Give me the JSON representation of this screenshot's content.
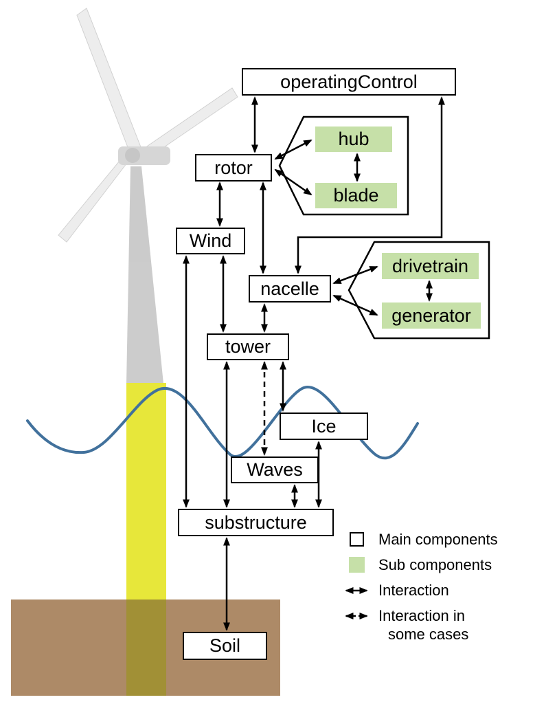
{
  "diagram": {
    "nodes": {
      "operatingControl": {
        "label": "operatingControl",
        "type": "main"
      },
      "rotor": {
        "label": "rotor",
        "type": "main"
      },
      "hub": {
        "label": "hub",
        "type": "sub"
      },
      "blade": {
        "label": "blade",
        "type": "sub"
      },
      "wind": {
        "label": "Wind",
        "type": "main"
      },
      "nacelle": {
        "label": "nacelle",
        "type": "main"
      },
      "drivetrain": {
        "label": "drivetrain",
        "type": "sub"
      },
      "generator": {
        "label": "generator",
        "type": "sub"
      },
      "tower": {
        "label": "tower",
        "type": "main"
      },
      "ice": {
        "label": "Ice",
        "type": "main"
      },
      "waves": {
        "label": "Waves",
        "type": "main"
      },
      "substructure": {
        "label": "substructure",
        "type": "main"
      },
      "soil": {
        "label": "Soil",
        "type": "main"
      }
    },
    "edges": [
      {
        "from": "operatingControl",
        "to": "rotor",
        "style": "solid",
        "bidirectional": true
      },
      {
        "from": "operatingControl",
        "to": "nacelle",
        "style": "solid",
        "bidirectional": true
      },
      {
        "from": "rotor",
        "to": "hub",
        "style": "solid",
        "bidirectional": true
      },
      {
        "from": "rotor",
        "to": "blade",
        "style": "solid",
        "bidirectional": true
      },
      {
        "from": "hub",
        "to": "blade",
        "style": "solid",
        "bidirectional": true
      },
      {
        "from": "rotor",
        "to": "wind",
        "style": "solid",
        "bidirectional": true
      },
      {
        "from": "rotor",
        "to": "nacelle",
        "style": "solid",
        "bidirectional": true
      },
      {
        "from": "nacelle",
        "to": "drivetrain",
        "style": "solid",
        "bidirectional": true
      },
      {
        "from": "nacelle",
        "to": "generator",
        "style": "solid",
        "bidirectional": true
      },
      {
        "from": "drivetrain",
        "to": "generator",
        "style": "solid",
        "bidirectional": true
      },
      {
        "from": "wind",
        "to": "tower",
        "style": "solid",
        "bidirectional": true
      },
      {
        "from": "nacelle",
        "to": "tower",
        "style": "solid",
        "bidirectional": true
      },
      {
        "from": "wind",
        "to": "substructure",
        "style": "solid",
        "bidirectional": true
      },
      {
        "from": "tower",
        "to": "substructure",
        "style": "solid",
        "bidirectional": true
      },
      {
        "from": "tower",
        "to": "waves",
        "style": "dashed",
        "bidirectional": true
      },
      {
        "from": "tower",
        "to": "ice",
        "style": "solid",
        "bidirectional": true
      },
      {
        "from": "ice",
        "to": "substructure",
        "style": "solid",
        "bidirectional": true
      },
      {
        "from": "waves",
        "to": "substructure",
        "style": "solid",
        "bidirectional": true
      },
      {
        "from": "substructure",
        "to": "soil",
        "style": "solid",
        "bidirectional": true
      }
    ],
    "legend": {
      "main_components": "Main components",
      "sub_components": "Sub components",
      "interaction": "Interaction",
      "interaction_some_cases": "Interaction in some cases"
    },
    "colors": {
      "sub_component_fill": "#c6e0a8",
      "wave_stroke": "#41719c",
      "soil_fill": "#ad8a67",
      "pile_fill": "#e7e73a",
      "pile_in_soil_fill": "#a19036",
      "line_color": "#000000"
    }
  }
}
